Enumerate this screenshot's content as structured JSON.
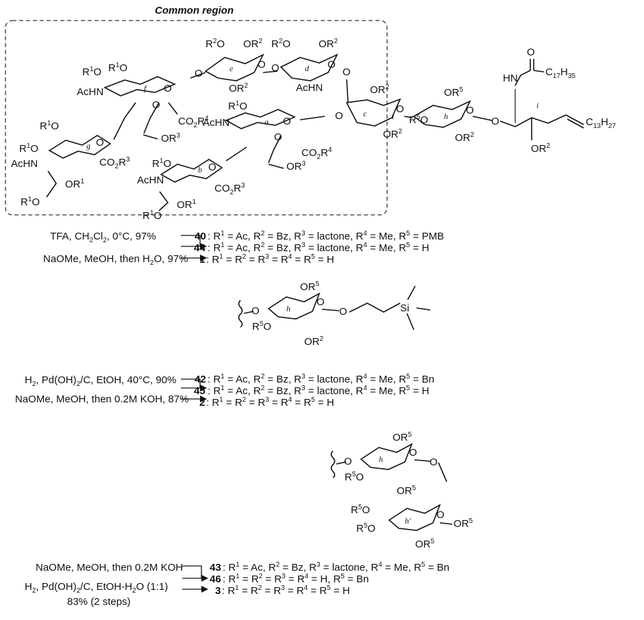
{
  "title": "Common region",
  "main_molecule": {
    "ring_labels": [
      "g",
      "f",
      "e",
      "d",
      "c",
      "a",
      "b",
      "h",
      "i"
    ],
    "atoms": {
      "ac_hn_1": "AcHN",
      "ac_hn_2": "AcHN",
      "ac_hn_3": "AcHN",
      "ac_hn_4": "AcHN",
      "ac_hn_5": "AcHN",
      "hn": "HN",
      "o_carbonyl": "O",
      "c17": "C17H35",
      "c13": "C13H27"
    }
  },
  "reactions": [
    {
      "conditions": [
        "TFA, CH2Cl2, 0°C, 97%",
        "NaOMe, MeOH, then H2O, 97%"
      ],
      "products": [
        {
          "id": "40",
          "text": "R1 = Ac, R2 = Bz, R3 = lactone, R4 = Me, R5 = PMB"
        },
        {
          "id": "44",
          "text": "R1 = Ac, R2 = Bz, R3 = lactone, R4 = Me, R5 = H"
        },
        {
          "id": "1",
          "text": "R1 = R2 = R3 = R4 = R5 = H"
        }
      ]
    },
    {
      "conditions": [
        "H2, Pd(OH)2/C, EtOH, 40°C, 90%",
        "NaOMe, MeOH, then 0.2M KOH, 87%"
      ],
      "products": [
        {
          "id": "42",
          "text": "R1 = Ac, R2 = Bz, R3 = lactone, R4 = Me, R5 = Bn"
        },
        {
          "id": "45",
          "text": "R1 = Ac, R2 = Bz, R3 = lactone, R4 = Me, R5 = H"
        },
        {
          "id": "2",
          "text": "R1 = R2 = R3 = R4 = R5 = H"
        }
      ]
    },
    {
      "conditions": [
        "NaOMe, MeOH, then 0.2M KOH",
        "H2, Pd(OH)2/C, EtOH-H2O (1:1)",
        "83% (2 steps)"
      ],
      "products": [
        {
          "id": "43",
          "text": "R1 = Ac, R2 = Bz, R3 = lactone, R4 = Me, R5 = Bn"
        },
        {
          "id": "46",
          "text": "R1 = R2 = R3 = R4 = H, R5 = Bn"
        },
        {
          "id": "3",
          "text": "R1 = R2 = R3 = R4 = R5 = H"
        }
      ]
    }
  ],
  "fragment2": {
    "ring_label": "h",
    "si": "Si"
  },
  "fragment3": {
    "ring_labels": [
      "h",
      "h'"
    ]
  }
}
